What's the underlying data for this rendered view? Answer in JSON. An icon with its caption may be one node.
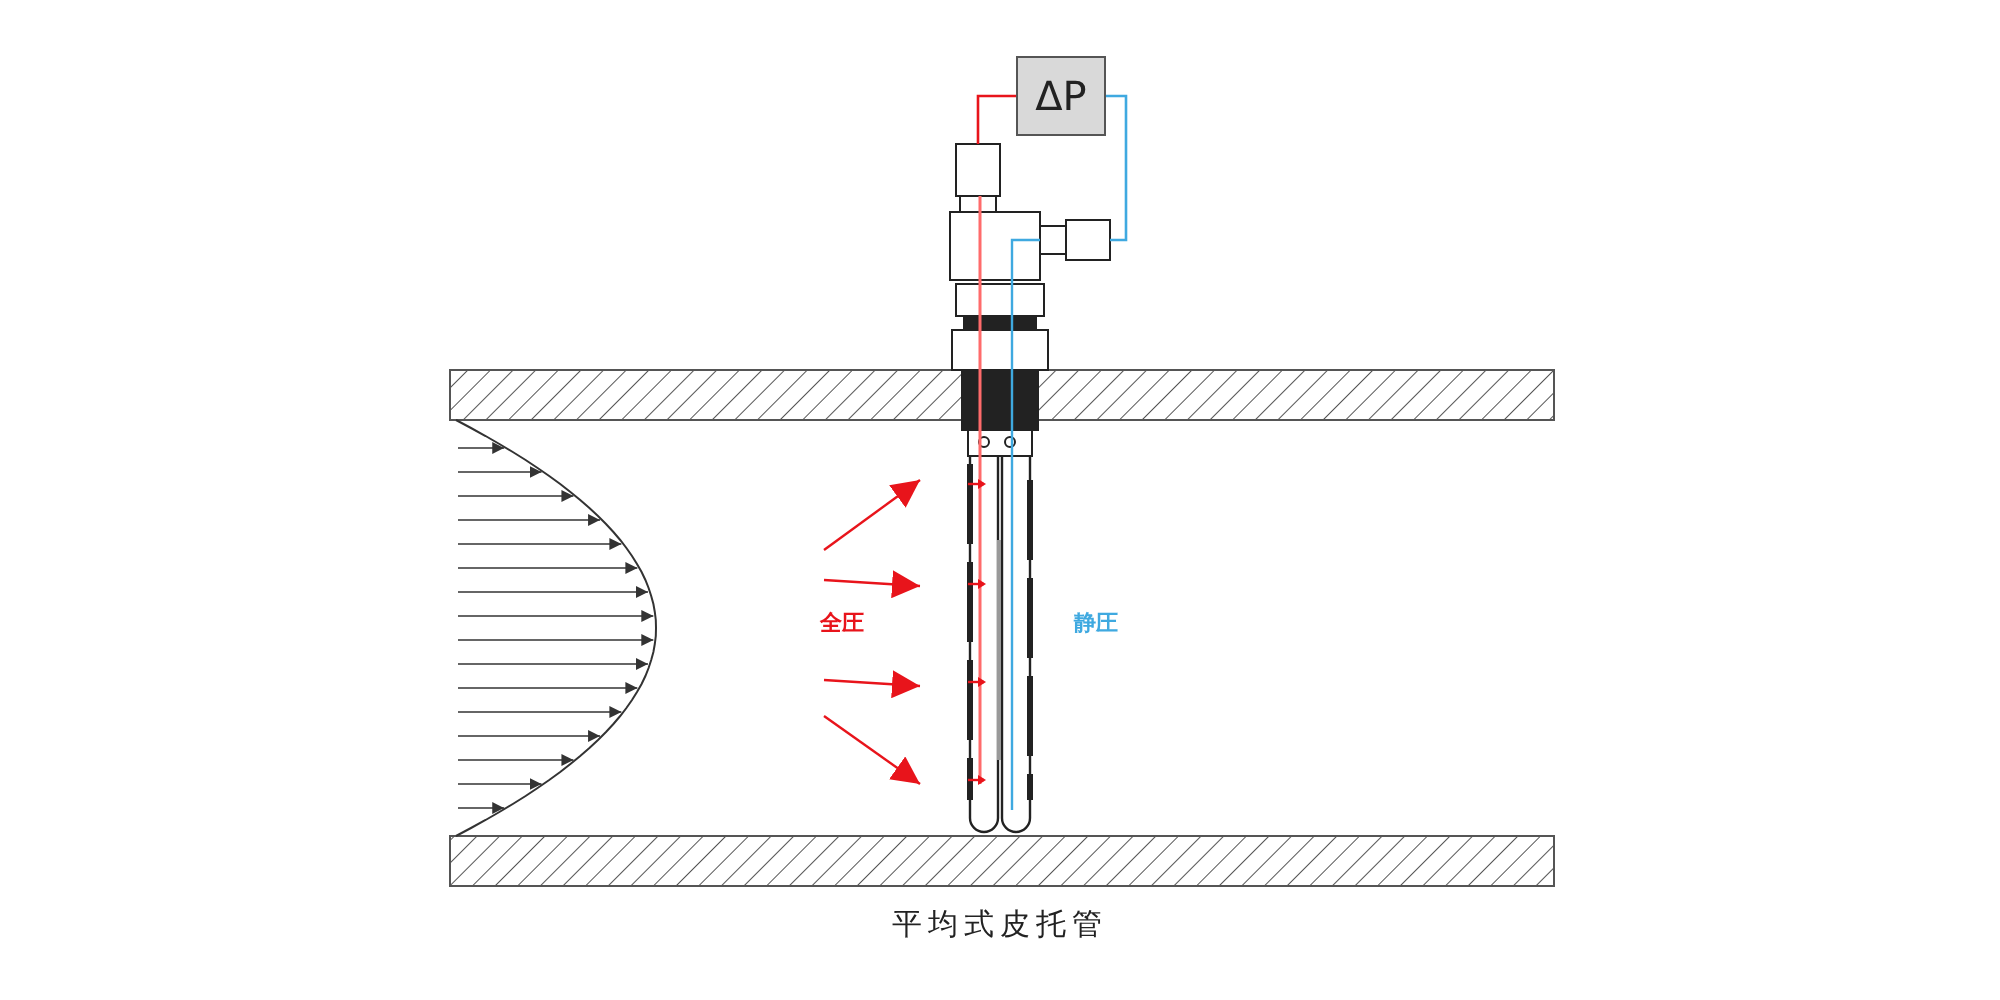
{
  "diagram": {
    "caption": "平均式皮托管",
    "nodes": [
      {
        "text": [
          "ΔP"
        ]
      },
      {
        "text": [],
        "shape": "picture"
      }
    ],
    "edges": [
      {
        "from": 0,
        "to": 1,
        "arrow": "none",
        "color": "#e8141b"
      },
      {
        "from": 0,
        "to": 1,
        "arrow": "none",
        "color": "#3fa9e0"
      }
    ],
    "labels": [
      "全圧",
      "静圧"
    ]
  }
}
